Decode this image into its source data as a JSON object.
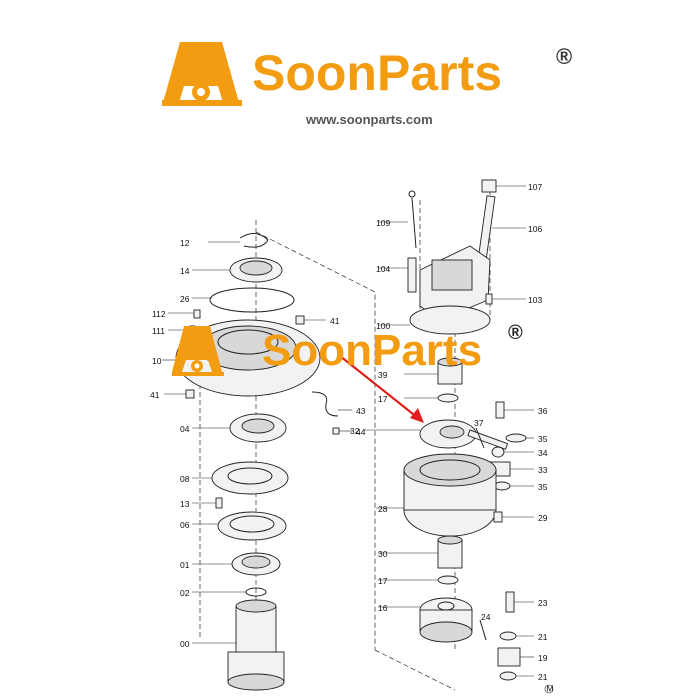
{
  "brand": {
    "name": "SoonParts",
    "registered": "®",
    "url": "www.soonparts.com",
    "accent_color": "#f39c12"
  },
  "watermark": {
    "name": "SoonParts",
    "registered": "®"
  },
  "diagram": {
    "callouts": [
      {
        "id": "c-12",
        "text": "12"
      },
      {
        "id": "c-14",
        "text": "14"
      },
      {
        "id": "c-26",
        "text": "26"
      },
      {
        "id": "c-112",
        "text": "112"
      },
      {
        "id": "c-111",
        "text": "111"
      },
      {
        "id": "c-10",
        "text": "10"
      },
      {
        "id": "c-41a",
        "text": "41"
      },
      {
        "id": "c-41b",
        "text": "41"
      },
      {
        "id": "c-04",
        "text": "04"
      },
      {
        "id": "c-43",
        "text": "43"
      },
      {
        "id": "c-44",
        "text": "44"
      },
      {
        "id": "c-08",
        "text": "08"
      },
      {
        "id": "c-13",
        "text": "13"
      },
      {
        "id": "c-06",
        "text": "06"
      },
      {
        "id": "c-01",
        "text": "01"
      },
      {
        "id": "c-02",
        "text": "02"
      },
      {
        "id": "c-00",
        "text": "00"
      },
      {
        "id": "c-107",
        "text": "107"
      },
      {
        "id": "c-109",
        "text": "109"
      },
      {
        "id": "c-106",
        "text": "106"
      },
      {
        "id": "c-104",
        "text": "104"
      },
      {
        "id": "c-103",
        "text": "103"
      },
      {
        "id": "c-100",
        "text": "100"
      },
      {
        "id": "c-39",
        "text": "39"
      },
      {
        "id": "c-17a",
        "text": "17"
      },
      {
        "id": "c-36",
        "text": "36"
      },
      {
        "id": "c-32",
        "text": "32"
      },
      {
        "id": "c-37",
        "text": "37"
      },
      {
        "id": "c-35a",
        "text": "35"
      },
      {
        "id": "c-34",
        "text": "34"
      },
      {
        "id": "c-33",
        "text": "33"
      },
      {
        "id": "c-35b",
        "text": "35"
      },
      {
        "id": "c-28",
        "text": "28"
      },
      {
        "id": "c-29",
        "text": "29"
      },
      {
        "id": "c-30",
        "text": "30"
      },
      {
        "id": "c-17b",
        "text": "17"
      },
      {
        "id": "c-16",
        "text": "16"
      },
      {
        "id": "c-23",
        "text": "23"
      },
      {
        "id": "c-24",
        "text": "24"
      },
      {
        "id": "c-21a",
        "text": "21"
      },
      {
        "id": "c-19",
        "text": "19"
      },
      {
        "id": "c-21b",
        "text": "21"
      }
    ],
    "corner_mark": "M"
  }
}
